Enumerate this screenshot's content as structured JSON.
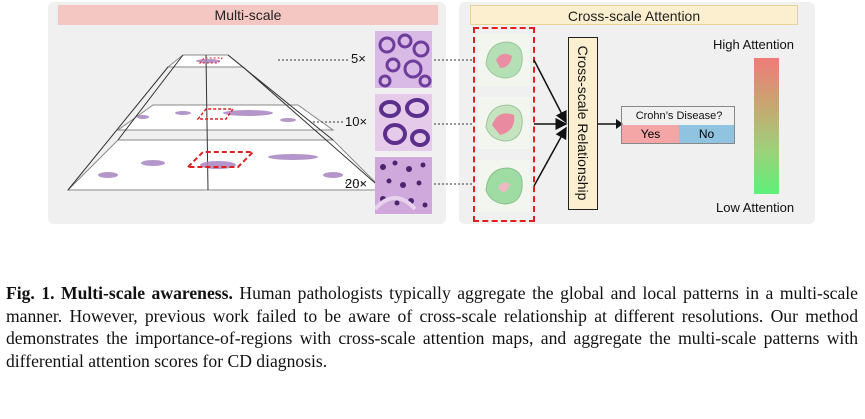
{
  "figure": {
    "left_panel_title": "Multi-scale",
    "right_panel_title": "Cross-scale Attention",
    "scales": [
      "5×",
      "10×",
      "20×"
    ],
    "relationship_label": "Cross-scale Relationship",
    "question": "Crohn’s Disease?",
    "yes_label": "Yes",
    "no_label": "No",
    "high_attention_label": "High Attention",
    "low_attention_label": "Low Attention",
    "colors": {
      "left_header": "#f4c7c3",
      "right_header": "#fbefcf",
      "yes": "#f4a6a6",
      "no": "#8fc3e0",
      "high": "#f07b7b",
      "low": "#5ff07a",
      "dash": "#e02020"
    }
  },
  "caption": {
    "label": "Fig. 1.",
    "bold_title": "Multi-scale awareness.",
    "text": "Human pathologists typically aggregate the global and local patterns in a multi-scale manner. However, previous work failed to be aware of cross-scale relationship at different resolutions. Our method demonstrates the importance-of-regions with cross-scale attention maps, and aggregate the multi-scale patterns with differential attention scores for CD diagnosis."
  }
}
